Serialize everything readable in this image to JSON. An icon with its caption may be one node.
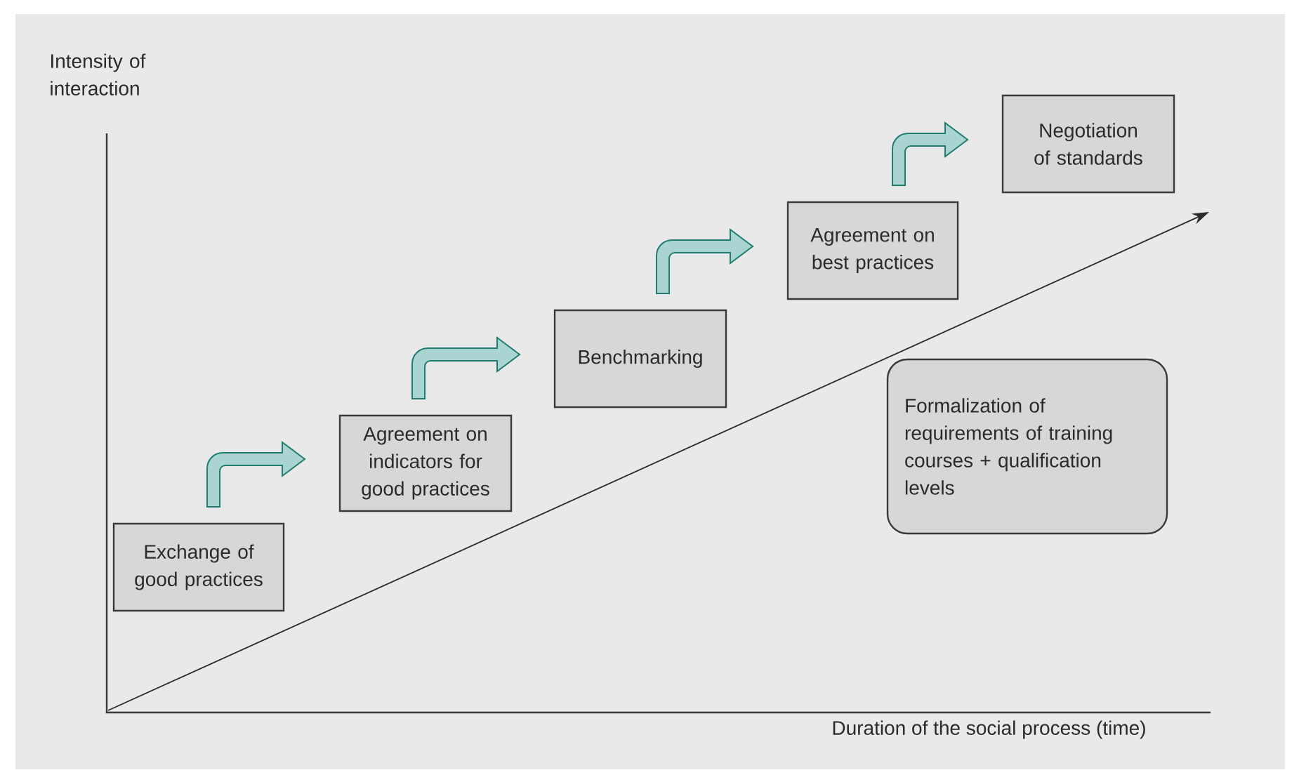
{
  "diagram": {
    "nodes": [
      {
        "text": [
          "Exchange of good practices"
        ]
      },
      {
        "text": [
          "Agreement on indicators for good practices"
        ]
      },
      {
        "text": [
          "Benchmarking"
        ]
      },
      {
        "text": [
          "Agreement on best practices"
        ]
      },
      {
        "text": [
          "Negotiation of standards"
        ]
      },
      {
        "text": [
          "Formalization of requirements of training courses + qualification levels"
        ]
      }
    ],
    "edges": [
      {
        "from": 0,
        "to": 1,
        "arrow": "to"
      },
      {
        "from": 1,
        "to": 2,
        "arrow": "to"
      },
      {
        "from": 2,
        "to": 3,
        "arrow": "to"
      },
      {
        "from": 3,
        "to": 4,
        "arrow": "to"
      }
    ],
    "labels": [
      "Intensity of interaction",
      "Duration of the social process (time)"
    ]
  }
}
